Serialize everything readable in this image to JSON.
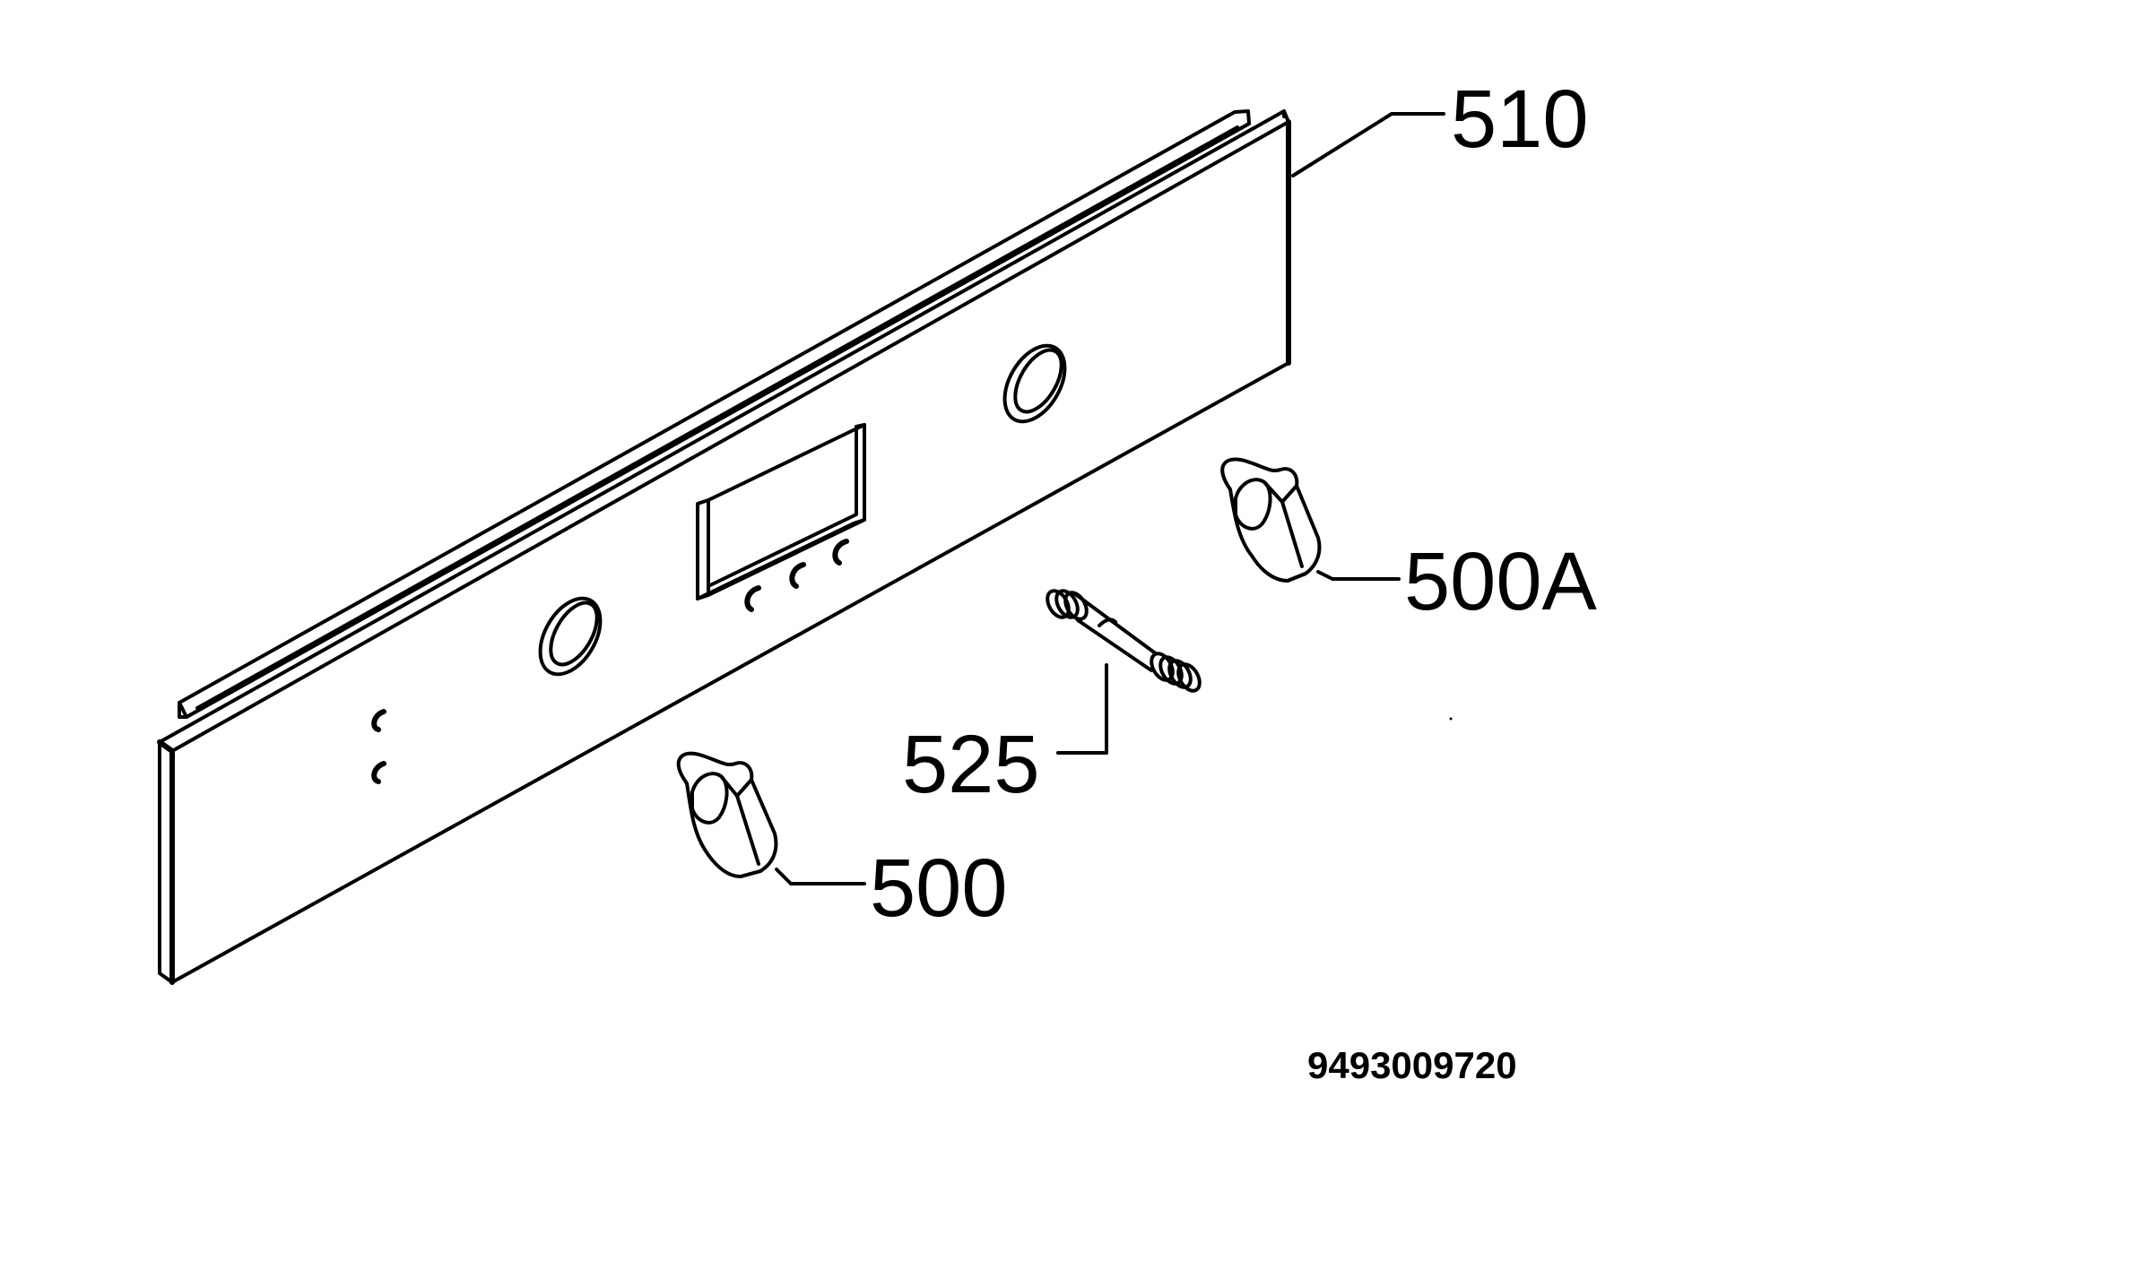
{
  "diagram": {
    "callouts": {
      "panel": "510",
      "knob_right": "500A",
      "knob_left": "500",
      "spindle": "525"
    },
    "drawing_number": "9493009720"
  }
}
